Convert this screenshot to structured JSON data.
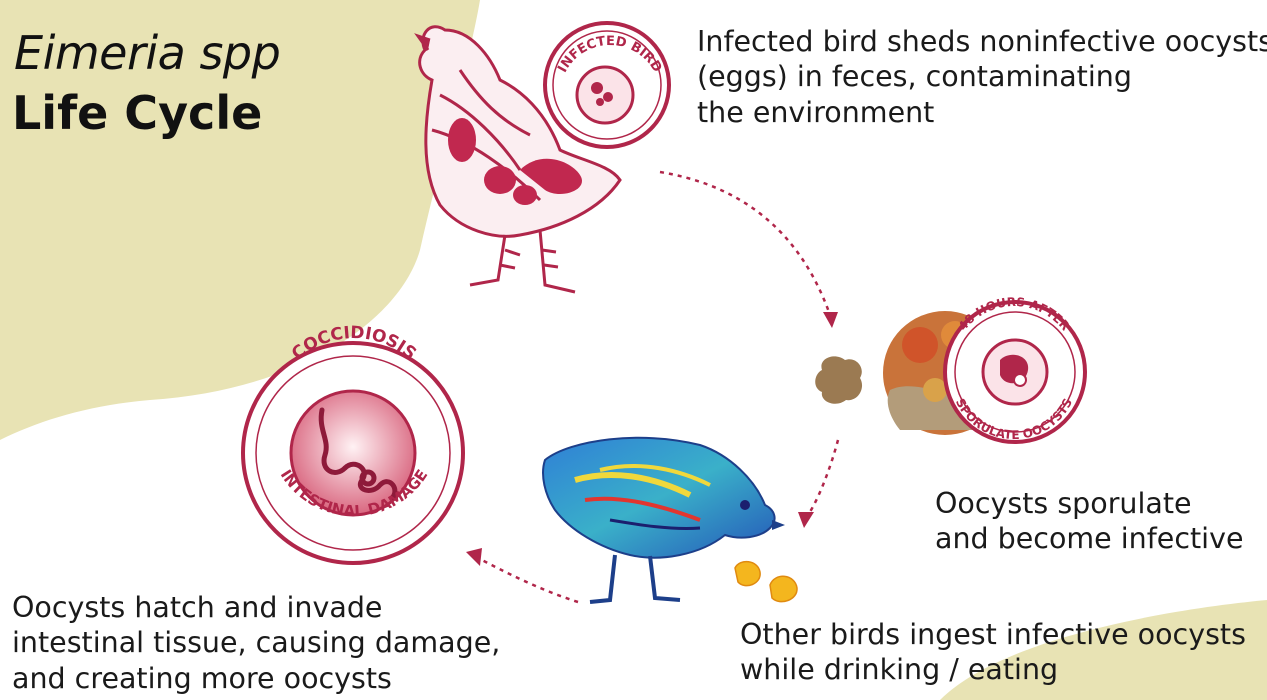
{
  "title": {
    "genus": "Eimeria spp",
    "subtitle": "Life Cycle"
  },
  "stages": [
    {
      "badge": "INFECTED BIRD",
      "caption": [
        "Infected bird sheds noninfective oocysts",
        "(eggs) in feces, contaminating",
        "the environment"
      ]
    },
    {
      "badge": "48 HOURS AFTER",
      "badge_bottom": "SPORULATE OOCYSTS",
      "caption": [
        "Oocysts sporulate",
        "and become infective"
      ]
    },
    {
      "caption": [
        "Other birds ingest infective oocysts",
        "while drinking / eating"
      ]
    },
    {
      "badge": "COCCIDIOSIS",
      "badge_bottom": "INTESTINAL DAMAGE",
      "caption": [
        "Oocysts hatch and invade",
        "intestinal tissue, causing damage,",
        "and creating more oocysts"
      ]
    }
  ],
  "colors": {
    "background_blob": "#e8e3b4",
    "accent": "#b0264a",
    "arrow": "#b0264a"
  },
  "icons": [
    "chicken-outline-icon",
    "feces-icon",
    "sporulated-oocyst-icon",
    "infected-chicken-icon",
    "oocyst-grains-icon",
    "intestine-icon"
  ]
}
